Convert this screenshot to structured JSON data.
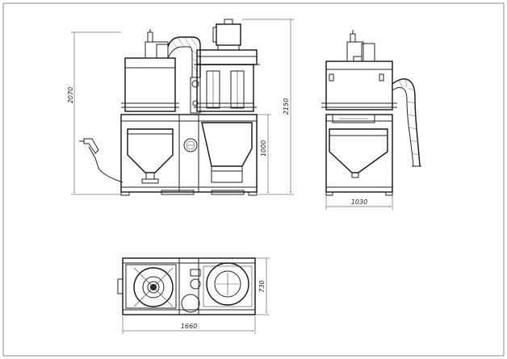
{
  "dimensions": {
    "front_height_overall": "2070",
    "front_height_right": "2150",
    "front_height_lower": "1000",
    "side_width": "1030",
    "plan_width": "1660",
    "plan_depth": "730"
  }
}
